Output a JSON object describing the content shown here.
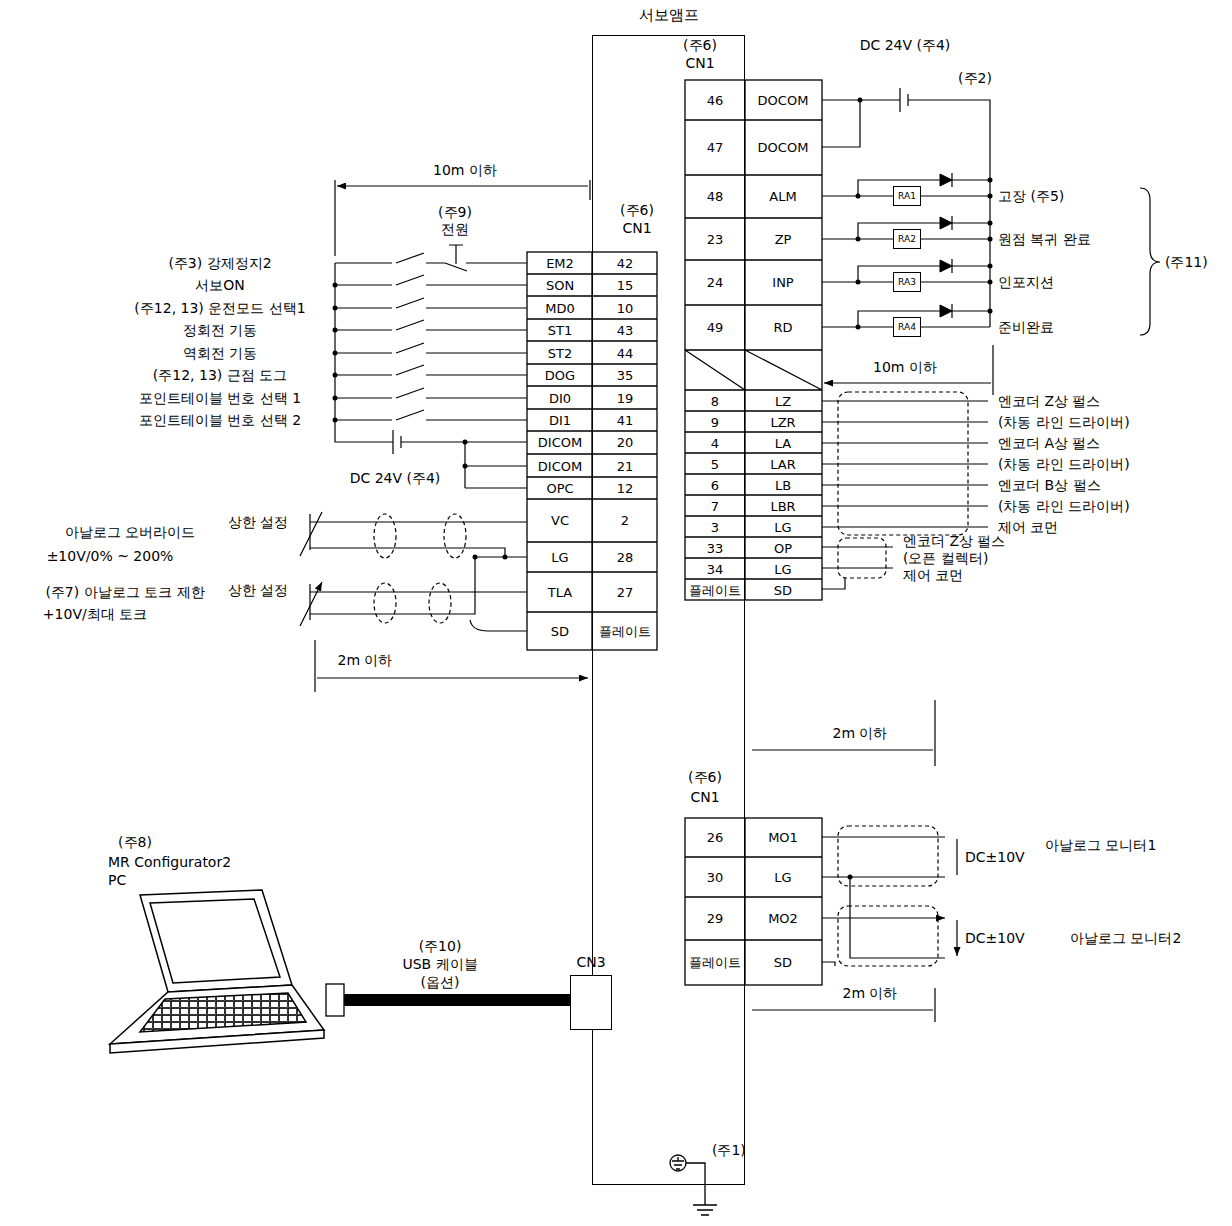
{
  "diagram": {
    "nodes": [
      {
        "text": [
          "서보앰프"
        ]
      },
      {
        "text": [
          "RA1"
        ]
      },
      {
        "text": [
          "RA2"
        ]
      },
      {
        "text": [
          "RA3"
        ]
      },
      {
        "text": [
          "RA4"
        ]
      },
      {
        "text": [
          "CN3"
        ]
      }
    ],
    "labels": [
      "(주6)",
      "CN1",
      "46",
      "DOCOM",
      "47",
      "DOCOM",
      "48",
      "ALM",
      "23",
      "ZP",
      "24",
      "INP",
      "49",
      "RD",
      "8",
      "LZ",
      "9",
      "LZR",
      "4",
      "LA",
      "5",
      "LAR",
      "6",
      "LB",
      "7",
      "LBR",
      "3",
      "LG",
      "33",
      "OP",
      "34",
      "LG",
      "플레이트",
      "SD",
      "DC 24V (주4)",
      "(주2)",
      "고장 (주5)",
      "원점 복귀 완료",
      "인포지션",
      "준비완료",
      "(주11)",
      "10m 이하",
      "엔코더 Z상 펄스",
      "(차동 라인 드라이버)",
      "엔코더 A상 펄스",
      "(차동 라인 드라이버)",
      "엔코더 B상 펄스",
      "(차동 라인 드라이버)",
      "제어 코먼",
      "엔코더 Z상 펄스",
      "(오픈 컬렉터)",
      "제어 코먼",
      "2m 이하",
      "(주6)",
      "CN1",
      "26",
      "MO1",
      "30",
      "LG",
      "29",
      "MO2",
      "플레이트",
      "SD",
      "DC±10V",
      "아날로그 모니터1",
      "DC±10V",
      "아날로그 모니터2",
      "2m 이하",
      "10m 이하",
      "(주9)",
      "전원",
      "(주6)",
      "CN1",
      "EM2",
      "42",
      "SON",
      "15",
      "MD0",
      "10",
      "ST1",
      "43",
      "ST2",
      "44",
      "DOG",
      "35",
      "DI0",
      "19",
      "DI1",
      "41",
      "DICOM",
      "20",
      "DICOM",
      "21",
      "OPC",
      "12",
      "VC",
      "2",
      "LG",
      "28",
      "TLA",
      "27",
      "SD",
      "플레이트",
      "(주3) 강제정지2",
      "서보ON",
      "(주12, 13) 운전모드 선택1",
      "정회전 기동",
      "역회전 기동",
      "(주12, 13) 근점 도그",
      "포인트테이블 번호 선택 1",
      "포인트테이블 번호 선택 2",
      "DC 24V (주4)",
      "아날로그 오버라이드",
      "±10V/0% ~ 200%",
      "상한 설정",
      "(주7) 아날로그 토크 제한",
      "+10V/최대 토크",
      "상한 설정",
      "2m 이하",
      "(주8)",
      "MR Configurator2",
      "PC",
      "(주10)",
      "USB 케이블",
      "(옵션)",
      "(주1)"
    ]
  }
}
